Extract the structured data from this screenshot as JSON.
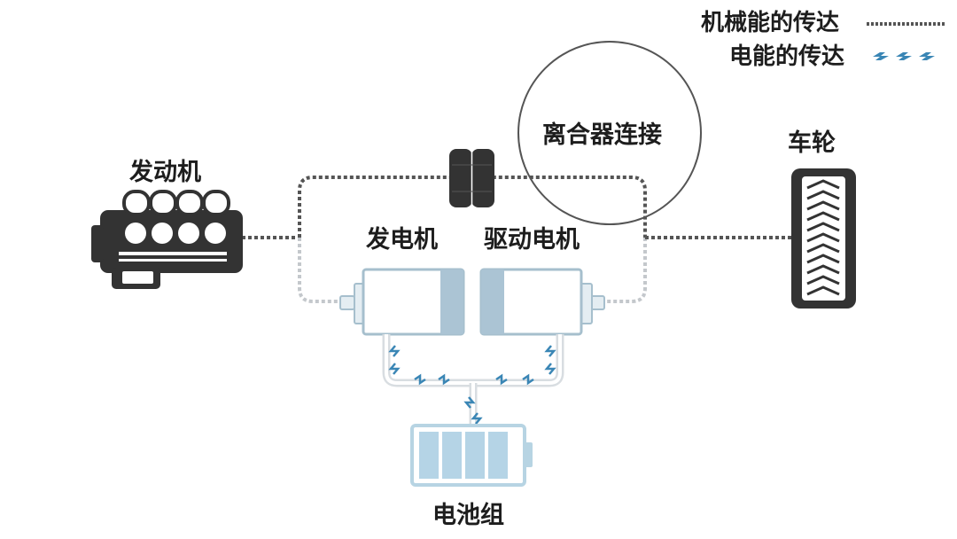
{
  "legend": {
    "mechanical": "机械能的传达",
    "electrical": "电能的传达"
  },
  "labels": {
    "engine": "发动机",
    "generator": "发电机",
    "drive_motor": "驱动电机",
    "clutch": "离合器连接",
    "wheel": "车轮",
    "battery": "电池组"
  },
  "colors": {
    "mechanical_line": "#555555",
    "mechanical_line_faded": "#c4c8cc",
    "electrical_line": "#2f7fb0",
    "motor_fill": "#d6e3ec",
    "battery_fill": "#c3dbe9",
    "dark_component": "#333333"
  },
  "icons": {
    "engine": "engine-icon",
    "clutch": "clutch-icon",
    "wheel": "tire-icon",
    "battery": "battery-icon",
    "generator": "generator-icon",
    "drive_motor": "motor-icon"
  }
}
